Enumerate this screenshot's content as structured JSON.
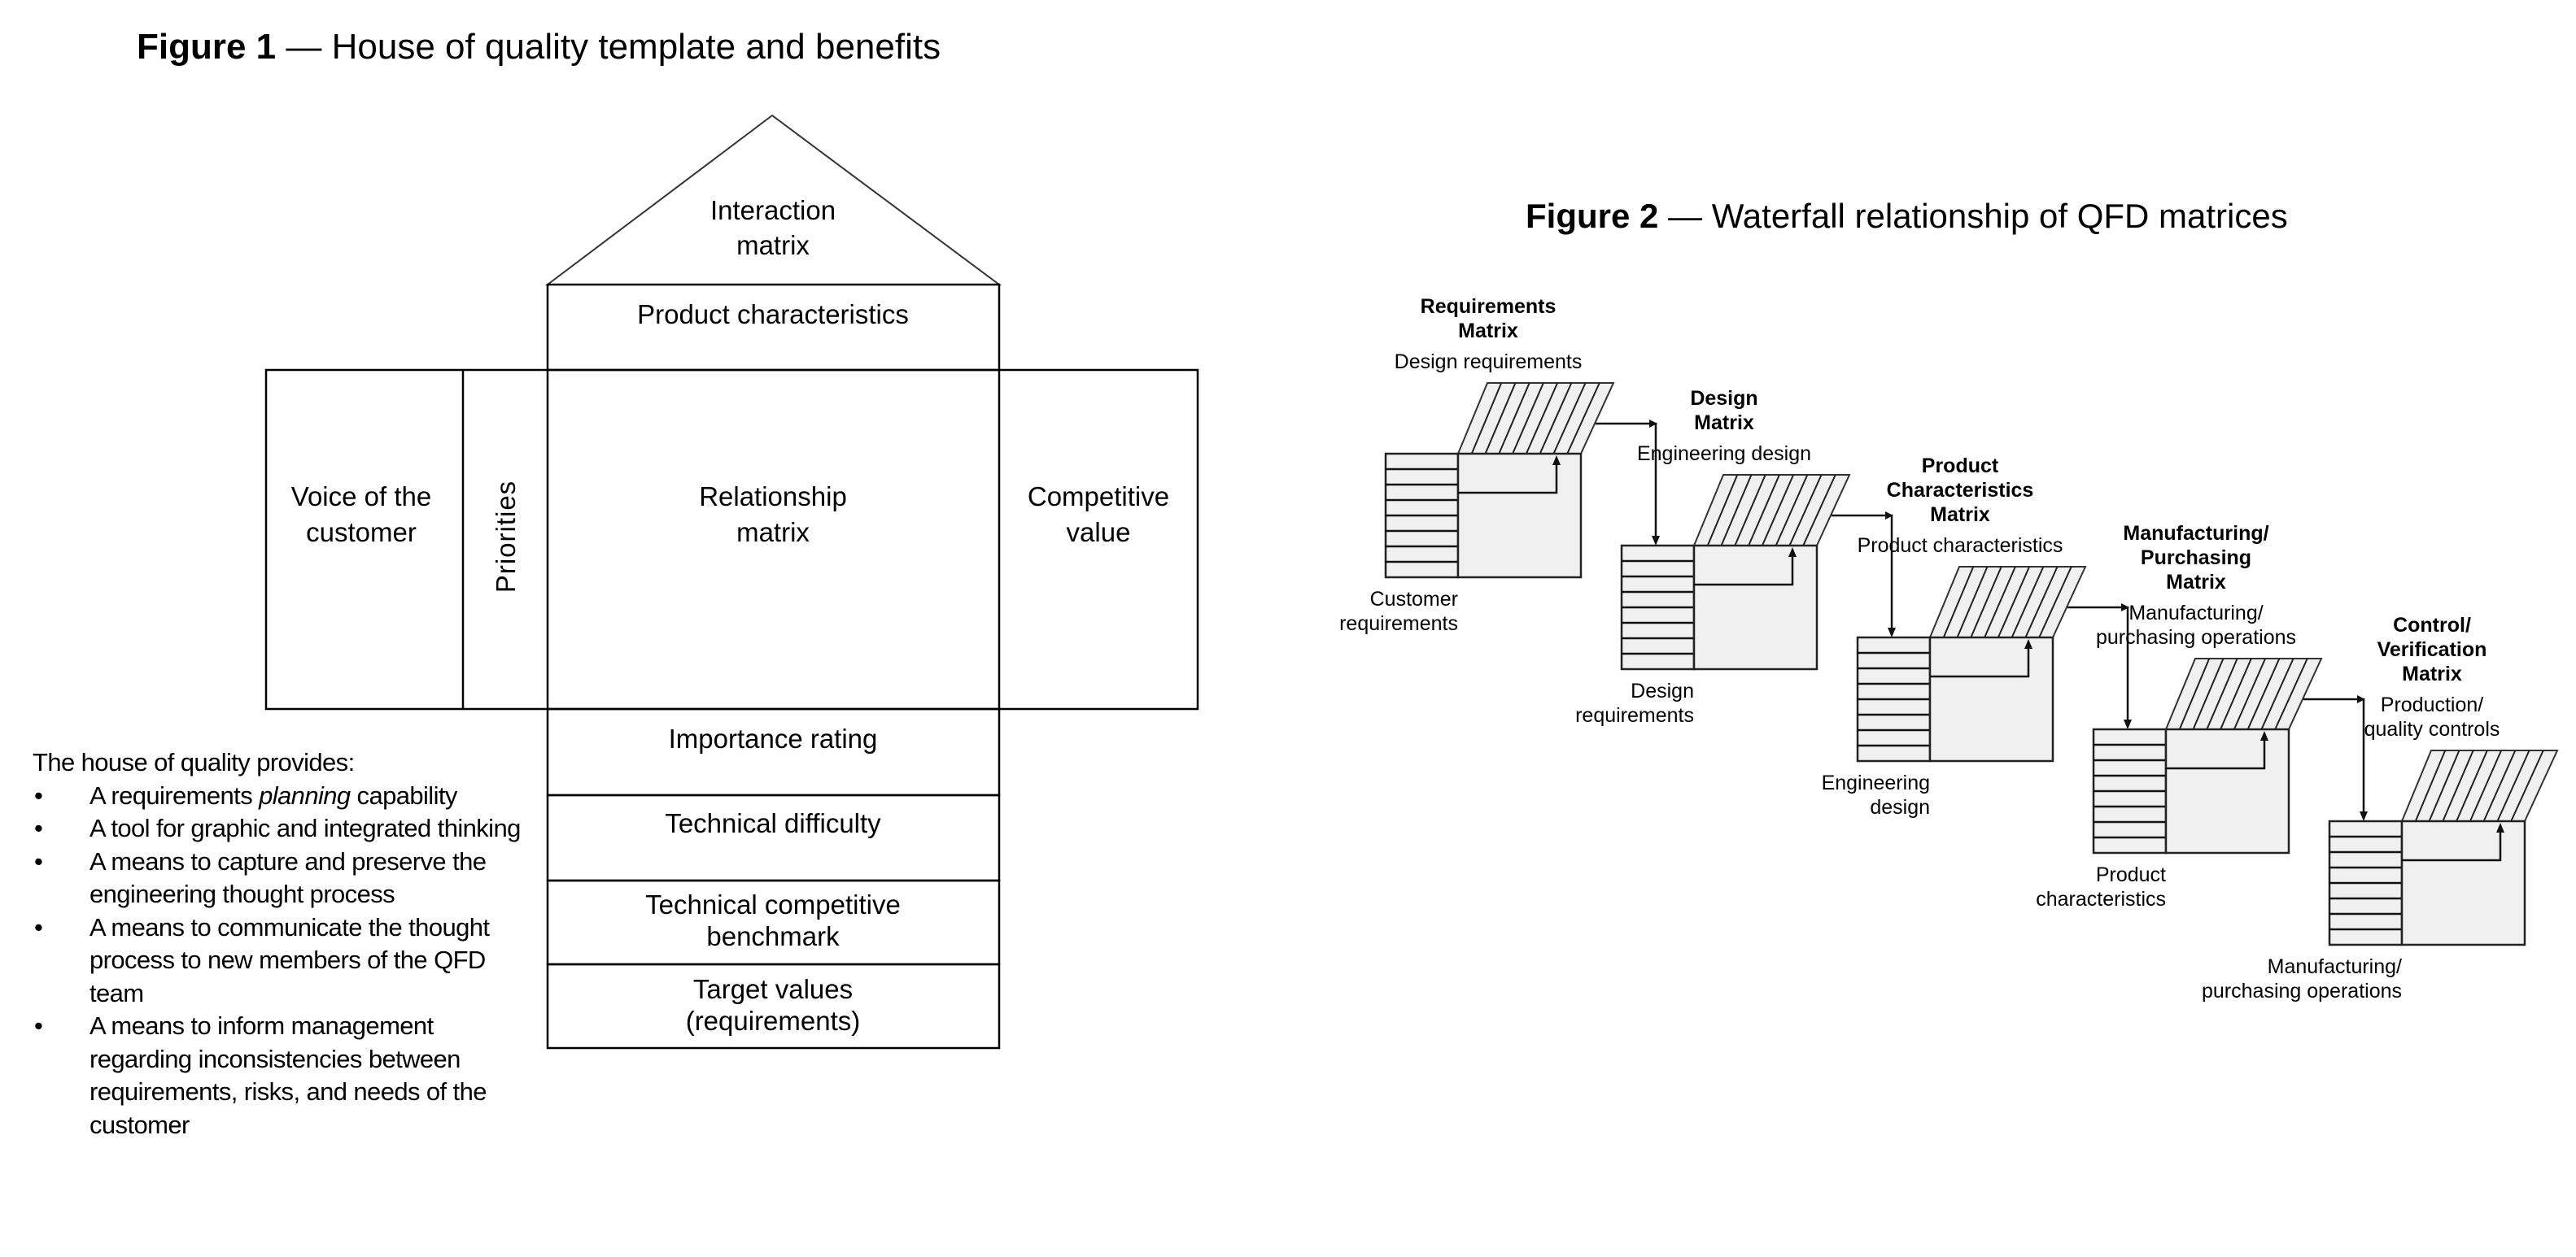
{
  "figure1": {
    "title_bold": "Figure 1",
    "title_rest": " — House of quality template and benefits",
    "roof": [
      "Interaction",
      "matrix"
    ],
    "product_characteristics": "Product characteristics",
    "voice_of_customer": [
      "Voice of the",
      "customer"
    ],
    "priorities": "Priorities",
    "relationship_matrix": [
      "Relationship",
      "matrix"
    ],
    "competitive_value": [
      "Competitive",
      "value"
    ],
    "importance_rating": "Importance rating",
    "technical_difficulty": "Technical difficulty",
    "technical_competitive_benchmark": [
      "Technical competitive",
      "benchmark"
    ],
    "target_values": [
      "Target values",
      "(requirements)"
    ],
    "benefits": {
      "intro": "The house of quality provides:",
      "items": [
        {
          "pre": "A requirements ",
          "em": "planning",
          "post": " capability"
        },
        {
          "pre": "A tool for graphic and integrated thinking",
          "em": "",
          "post": ""
        },
        {
          "pre": "A means to capture and preserve the engineering thought process",
          "em": "",
          "post": ""
        },
        {
          "pre": "A means to communicate the thought process to new members of the QFD team",
          "em": "",
          "post": ""
        },
        {
          "pre": "A means to inform management regarding inconsistencies between requirements, risks, and needs of the customer",
          "em": "",
          "post": ""
        }
      ]
    }
  },
  "figure2": {
    "title_bold": "Figure 2",
    "title_rest": " — Waterfall relationship of QFD matrices",
    "matrices": [
      {
        "name": [
          "Requirements",
          "Matrix"
        ],
        "top_label": [
          "Design requirements"
        ],
        "side_label": [
          "Customer",
          "requirements"
        ]
      },
      {
        "name": [
          "Design",
          "Matrix"
        ],
        "top_label": [
          "Engineering design"
        ],
        "side_label": [
          "Design",
          "requirements"
        ]
      },
      {
        "name": [
          "Product",
          "Characteristics",
          "Matrix"
        ],
        "top_label": [
          "Product characteristics"
        ],
        "side_label": [
          "Engineering",
          "design"
        ]
      },
      {
        "name": [
          "Manufacturing/",
          "Purchasing",
          "Matrix"
        ],
        "top_label": [
          "Manufacturing/",
          "purchasing operations"
        ],
        "side_label": [
          "Product",
          "characteristics"
        ]
      },
      {
        "name": [
          "Control/",
          "Verification",
          "Matrix"
        ],
        "top_label": [
          "Production/",
          "quality controls"
        ],
        "side_label": [
          "Manufacturing/",
          "purchasing operations"
        ]
      }
    ]
  },
  "colors": {
    "line": "#000000",
    "matrix_fill": "#f0f0f0",
    "background": "#ffffff"
  }
}
